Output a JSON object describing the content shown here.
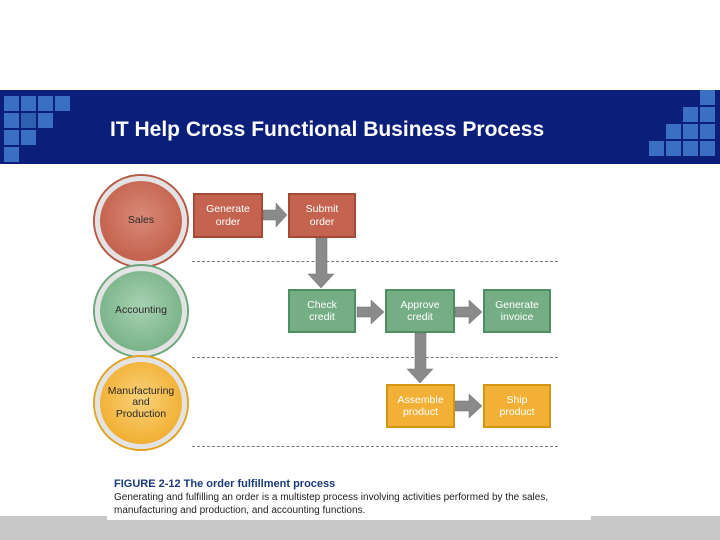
{
  "slide": {
    "title": "IT Help Cross Functional Business Process",
    "colors": {
      "banner": "#0b1f7a",
      "squares": "#3a6fc4",
      "footer": "#c7c7c7"
    }
  },
  "diagram": {
    "lanes": [
      {
        "label": "Sales",
        "color": "#c4634f"
      },
      {
        "label": "Accounting",
        "color": "#75ad85"
      },
      {
        "label": "Manufacturing\nand\nProduction",
        "color": "#f2b136"
      }
    ],
    "steps": [
      {
        "label": "Generate\norder",
        "lane": "Sales"
      },
      {
        "label": "Submit\norder",
        "lane": "Sales"
      },
      {
        "label": "Check\ncredit",
        "lane": "Accounting"
      },
      {
        "label": "Approve\ncredit",
        "lane": "Accounting"
      },
      {
        "label": "Generate\ninvoice",
        "lane": "Accounting"
      },
      {
        "label": "Assemble\nproduct",
        "lane": "Manufacturing and Production"
      },
      {
        "label": "Ship\nproduct",
        "lane": "Manufacturing and Production"
      }
    ],
    "flows": [
      [
        "Generate order",
        "Submit order"
      ],
      [
        "Submit order",
        "Check credit"
      ],
      [
        "Check credit",
        "Approve credit"
      ],
      [
        "Approve credit",
        "Generate invoice"
      ],
      [
        "Approve credit",
        "Assemble product"
      ],
      [
        "Assemble product",
        "Ship product"
      ]
    ]
  },
  "caption": {
    "title": "FIGURE 2-12 The order fulfillment process",
    "text": "Generating and fulfilling an order is a multistep process involving activities performed by the sales, manufacturing and production, and accounting functions."
  }
}
